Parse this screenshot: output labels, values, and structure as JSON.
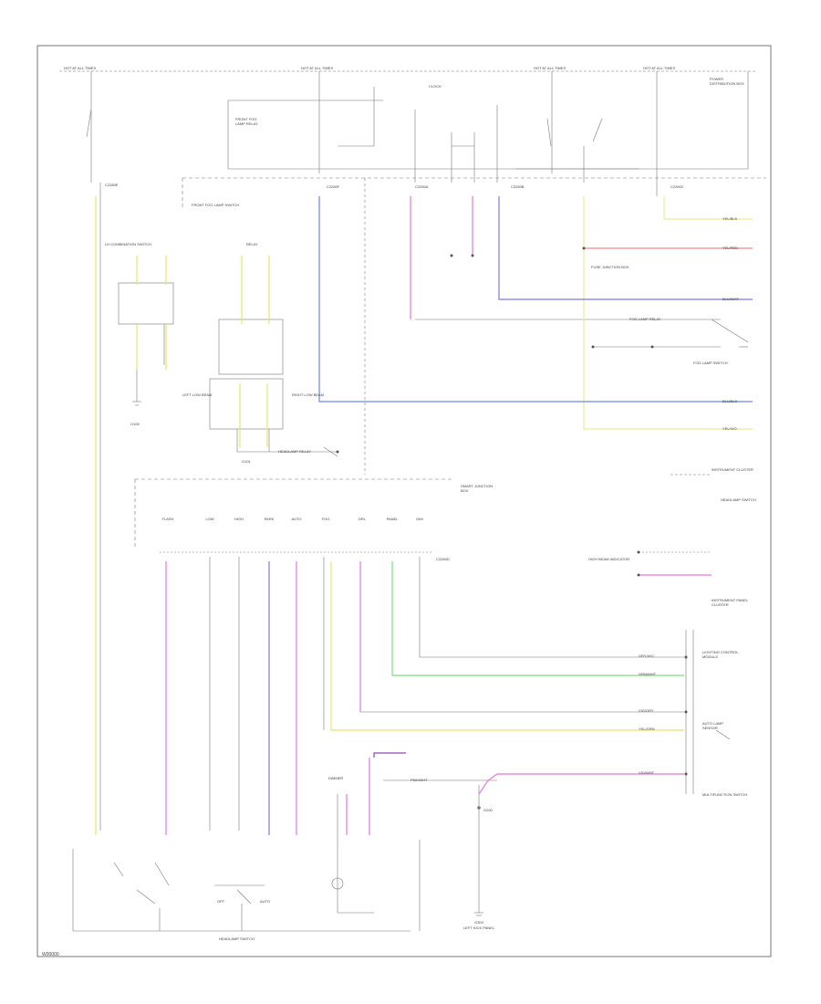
{
  "fuse_sources": [
    {
      "id": "fuse-1",
      "label": "HOT AT ALL TIMES"
    },
    {
      "id": "fuse-2",
      "label": "HOT AT ALL TIMES"
    },
    {
      "id": "fuse-3",
      "label": "HOT AT ALL TIMES"
    },
    {
      "id": "fuse-4",
      "label": "HOT AT ALL TIMES"
    }
  ],
  "top_labels": {
    "clock": "CLOCK",
    "power_dist": "POWER DISTRIBUTION BOX",
    "module_top": "SMART JUNCTION BOX",
    "fog_label": "FRONT FOG LAMP RELAY",
    "c_left": "C2280E",
    "c_mid1": "C2280F",
    "c_mid2": "C2280A",
    "c_right1": "C2280B",
    "c_right2": "C2280C"
  },
  "left_section": {
    "fog_switch": "FRONT FOG LAMP SWITCH",
    "lh_combo": "LH COMBINATION SWITCH",
    "relay": "RELAY",
    "lh_lamp": "LEFT LOW BEAM",
    "rh_lamp": "RIGHT LOW BEAM",
    "ground_1": "G100",
    "ground_2": "G101",
    "bottom_ref": "HEADLAMP RELAY"
  },
  "right_section": {
    "wire_1": "YEL/BLK",
    "wire_2": "YEL/RED",
    "wire_3": "BLU/WHT",
    "wire_4": "BLU/BLK",
    "wire_5": "YEL/VIO",
    "fuse_box_note": "FUSE JUNCTION BOX",
    "switch_label": "FOG LAMP RELAY",
    "switch_note": "FOG LAMP SWITCH",
    "right_note_1": "INSTRUMENT CLUSTER",
    "right_note_2": "HEADLAMP SWITCH",
    "right_note_3": "HIGH BEAM INDICATOR",
    "right_note_4": "INSTRUMENT PANEL CLUSTER",
    "right_note_5": "LIGHTING CONTROL MODULE",
    "right_note_6": "AUTO LAMP SENSOR",
    "right_note_7": "MULTIFUNCTION SWITCH",
    "wire_6": "GRY/VIO",
    "wire_7": "GRN/WHT",
    "wire_8": "VIO/GRY",
    "wire_9": "YEL/GRN",
    "wire_10": "VIO/WHT",
    "wire_11": "PNK/WHT"
  },
  "middle_module": {
    "title": "SMART JUNCTION BOX",
    "connector": "C2280D",
    "pins": [
      "FLASH",
      "LOW",
      "HIGH",
      "PARK",
      "AUTO",
      "FOG",
      "DRL",
      "PANEL",
      "DIM"
    ]
  },
  "bottom": {
    "headlamp_switch": "HEADLAMP SWITCH",
    "off_label": "OFF",
    "auto_label": "AUTO",
    "ground_label": "G200",
    "dimmer": "DIMMER",
    "ground_main": "G300",
    "ground_main_sub": "LEFT KICK PANEL"
  },
  "footer_code": "W00000"
}
